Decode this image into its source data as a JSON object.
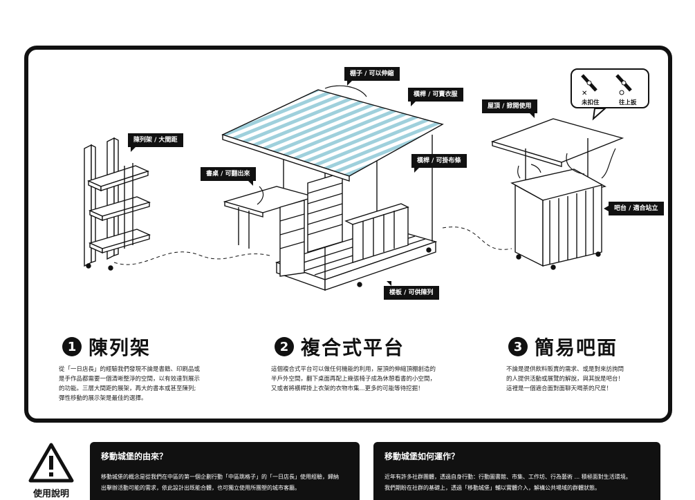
{
  "labels": {
    "canopy": "棚子 / 可以伸縮",
    "rail_clothes": "橫桿 / 可賣衣服",
    "roof": "屋頂 / 掀開使用",
    "shelf_tag": "陳列架 / 大間距",
    "desk": "書桌 / 可翻出來",
    "rail_cloth": "橫桿 / 可掛布條",
    "bar_tag": "吧台 / 適合站立",
    "floor": "楼板 / 可供陳列"
  },
  "hinge": {
    "unbuckled": "未扣住",
    "flip_up": "往上扳"
  },
  "sections": [
    {
      "num": "1",
      "title": "陳列架",
      "lines": [
        "從「一日店長」的經驗我們發現不論是書籍、印刷品或",
        "是手作品都需要一個清晰整淨的空間，以有效達到展示",
        "的功能。三層大間距的展架，再大的書本或甚至陳列;",
        "彈性移動的展示架是最佳的選擇。"
      ]
    },
    {
      "num": "2",
      "title": "複合式平台",
      "lines": [
        "這個複合式平台可以做任何機能的利用，屋頂的伸縮頂棚創造的",
        "半戶外空間，翻下桌面再配上幾張椅子成為休憩看書的小空間，",
        "又或者將橫桿掛上衣架的衣物市集...更多的可能等待挖掘！"
      ]
    },
    {
      "num": "3",
      "title": "簡易吧面",
      "lines": [
        "不論是提供飲料販賣的需求、或是對來訪詢問",
        "的人提供活動或展覽的解說，與其說是吧台！",
        "這裡是一個適合面對面聊天喝茶的尺度！"
      ]
    }
  ],
  "help_label": "使用說明",
  "notes": [
    {
      "title": "移動城堡的由來？",
      "lines": [
        "移動城堡的概念是從我們在中區的第一個企劃行動「中區跳格子」的「一日店長」使用經驗，歸納",
        "出擊辦活動可能的需求，依此設計出既能合體，也可獨立使用所團塑的城市客廳。"
      ]
    },
    {
      "title": "移動城堡如何運作？",
      "lines": [
        "近年有許多社群團體，透過自身行動：行動圖書館、市集、工作坊、行為藝術 ... 積極面對生活環境。",
        "我們期盼在社群的基礎上，透過「移動城堡」輔以實體介入，解構公共場域的群體狀態。"
      ]
    }
  ],
  "colors": {
    "ink": "#111111",
    "canopy_stripe": "#9fd0dc",
    "paper": "#ffffff"
  }
}
